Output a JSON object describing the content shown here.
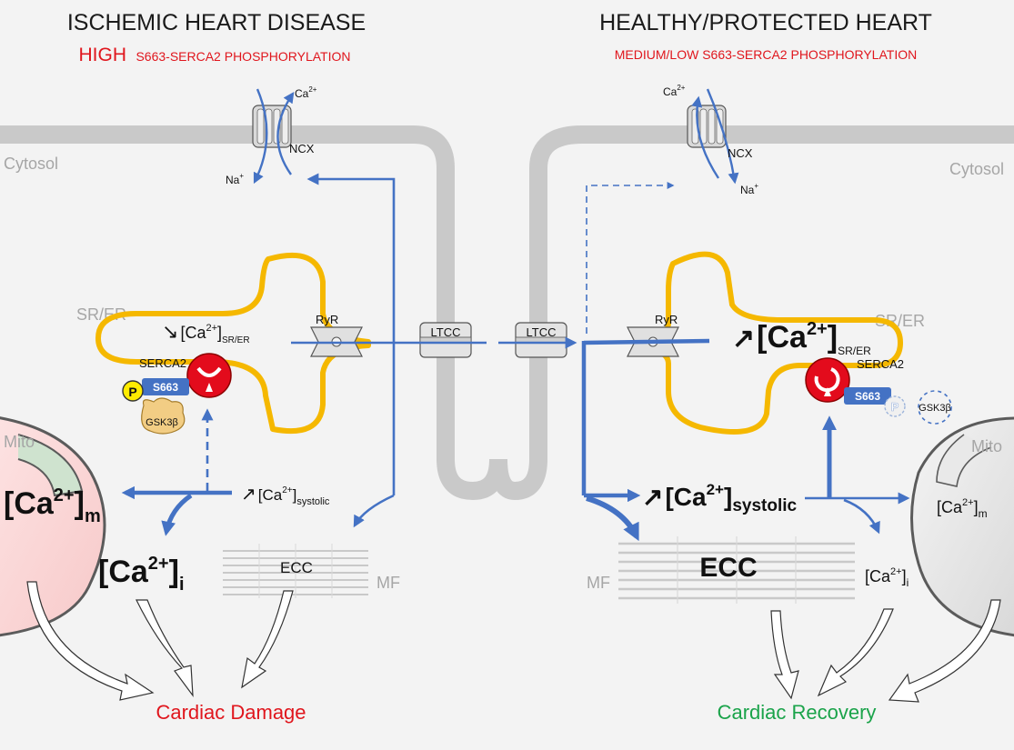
{
  "left": {
    "title": "ISCHEMIC HEART DISEASE",
    "subtitle_strong": "HIGH",
    "subtitle_rest": "S663-SERCA2 PHOSPHORYLATION",
    "cytosol": "Cytosol",
    "srer": "SR/ER",
    "mito": "Mito",
    "mf": "MF",
    "ncx": "NCX",
    "ca_ion": "Ca",
    "ca_charge": "2+",
    "na_ion": "Na",
    "na_charge": "+",
    "ryr": "RyR",
    "ltcc": "LTCC",
    "serca2": "SERCA2",
    "s663": "S663",
    "p": "P",
    "gsk": "GSK3β",
    "ecc": "ECC",
    "ca_sr_arrow": "↘",
    "ca_sr_base": "[Ca",
    "ca_sr_sup": "2+",
    "ca_sr_close": "]",
    "ca_sr_sub": "SR/ER",
    "ca_sys_arrow": "↗",
    "ca_sys_base": "[Ca",
    "ca_sys_sup": "2+",
    "ca_sys_close": "]",
    "ca_sys_sub": "systolic",
    "ca_m_base": "[Ca",
    "ca_m_sup": "2+",
    "ca_m_close": "]",
    "ca_m_sub": "m",
    "ca_i_base": "[Ca",
    "ca_i_sup": "2+",
    "ca_i_close": "]",
    "ca_i_sub": "i",
    "outcome": "Cardiac Damage"
  },
  "right": {
    "title": "HEALTHY/PROTECTED HEART",
    "subtitle": "MEDIUM/LOW S663-SERCA2 PHOSPHORYLATION",
    "cytosol": "Cytosol",
    "srer": "SR/ER",
    "mito": "Mito",
    "mf": "MF",
    "ncx": "NCX",
    "ca_ion": "Ca",
    "ca_charge": "2+",
    "na_ion": "Na",
    "na_charge": "+",
    "ryr": "RyR",
    "ltcc": "LTCC",
    "serca2": "SERCA2",
    "s663": "S663",
    "p": "P",
    "gsk": "GSK3β",
    "ecc": "ECC",
    "ca_sr_arrow": "↗",
    "ca_sr_base": "[Ca",
    "ca_sr_sup": "2+",
    "ca_sr_close": "]",
    "ca_sr_sub": "SR/ER",
    "ca_sys_arrow": "↗",
    "ca_sys_base": "[Ca",
    "ca_sys_sup": "2+",
    "ca_sys_close": "]",
    "ca_sys_sub": "systolic",
    "ca_m_base": "[Ca",
    "ca_m_sup": "2+",
    "ca_m_close": "]",
    "ca_m_sub": "m",
    "ca_i_base": "[Ca",
    "ca_i_sup": "2+",
    "ca_i_close": "]",
    "ca_i_sub": "i",
    "outcome": "Cardiac Recovery"
  },
  "colors": {
    "membrane": "#c9c9c9",
    "sr_membrane": "#f5b800",
    "flux": "#4472c4",
    "damage": "#e0161d",
    "recovery": "#1aa34a",
    "serca": "#e30b1c",
    "s663_tag": "#4472c4",
    "phospho": "#ffec00",
    "gsk": "#f2cd84",
    "muted_label": "#a6a6a6"
  },
  "icons": {
    "ncx": "ncx-exchanger-icon",
    "ryr": "ryr-channel-icon",
    "ltcc": "ltcc-channel-icon",
    "serca": "serca-pump-icon",
    "mito": "mitochondrion-icon",
    "myofilament": "myofilament-icon",
    "gsk": "gsk3b-kinase-icon"
  }
}
